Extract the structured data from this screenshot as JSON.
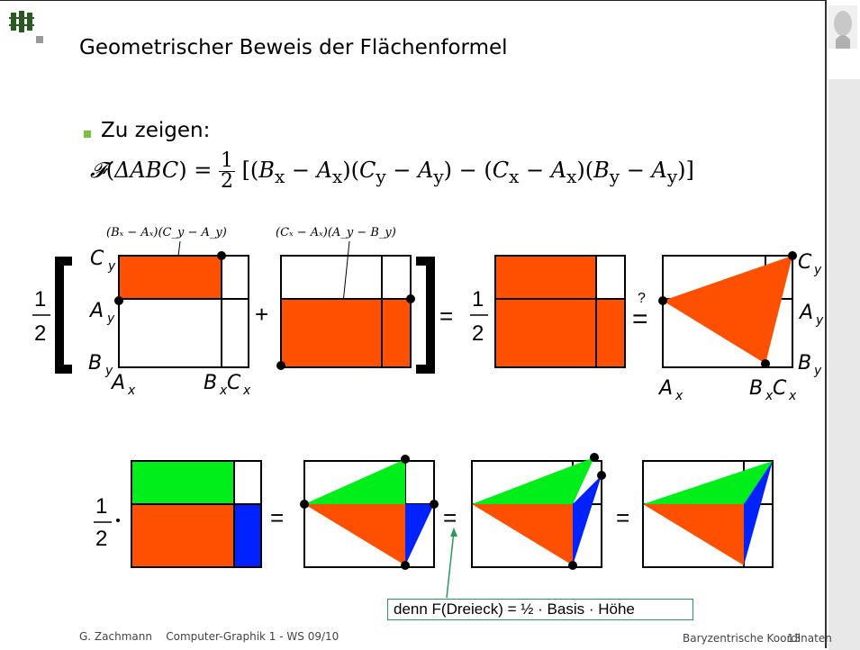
{
  "header": {
    "title": "Geometrischer Beweis der Flächenformel"
  },
  "content": {
    "bullet": "Zu zeigen:",
    "formula": "𝓕(ΔABC) = ½ [(Bₓ − Aₓ)(C_y − A_y) − (Cₓ − Aₓ)(B_y − A_y)]",
    "label_rect1": "(Bₓ − Aₓ)(C_y − A_y)",
    "label_rect2": "(Cₓ − Aₓ)(A_y − B_y)",
    "note": "denn F(Dreieck) = ½ · Basis · Höhe",
    "qmark": "?"
  },
  "labels": {
    "cy": "C",
    "ay": "A",
    "by": "B",
    "ax": "A",
    "bx": "B",
    "cx": "C",
    "sub_y": "y",
    "sub_x": "x",
    "one": "1",
    "two": "2",
    "plus": "+",
    "equals": "="
  },
  "colors": {
    "orange": "#ff4f00",
    "green": "#00ee1a",
    "blue": "#0022ff",
    "bullet": "#7bbf3a",
    "note_border": "#2a9a5a"
  },
  "footer": {
    "author": "G. Zachmann",
    "course": "Computer-Graphik 1 - WS 09/10",
    "topic": "Baryzentrische Koordinaten",
    "page": "13"
  }
}
